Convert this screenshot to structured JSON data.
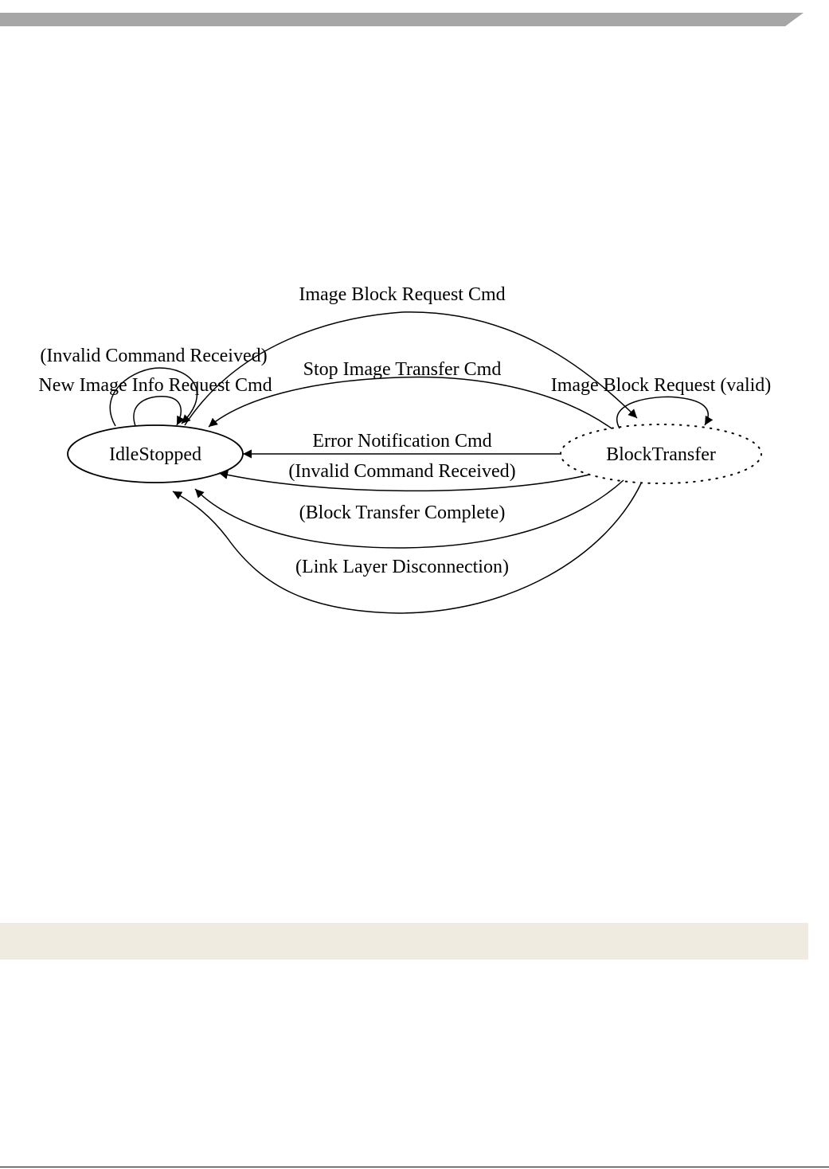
{
  "colors": {
    "header_bar": "#a6a6a6",
    "footer_band": "#efebe1",
    "ink": "#000000"
  },
  "diagram": {
    "states": {
      "idle": "IdleStopped",
      "block": "BlockTransfer"
    },
    "transitions": {
      "image_block_request_cmd": "Image Block Request Cmd",
      "invalid_command_self": "(Invalid Command Received)",
      "new_image_info_request": "New Image Info Request Cmd",
      "stop_image_transfer": "Stop Image Transfer Cmd",
      "image_block_request_valid": "Image Block Request (valid)",
      "error_notification": "Error Notification Cmd",
      "invalid_command": "(Invalid Command Received)",
      "block_transfer_complete": "(Block Transfer Complete)",
      "link_layer_disconnection": "(Link Layer Disconnection)"
    }
  }
}
